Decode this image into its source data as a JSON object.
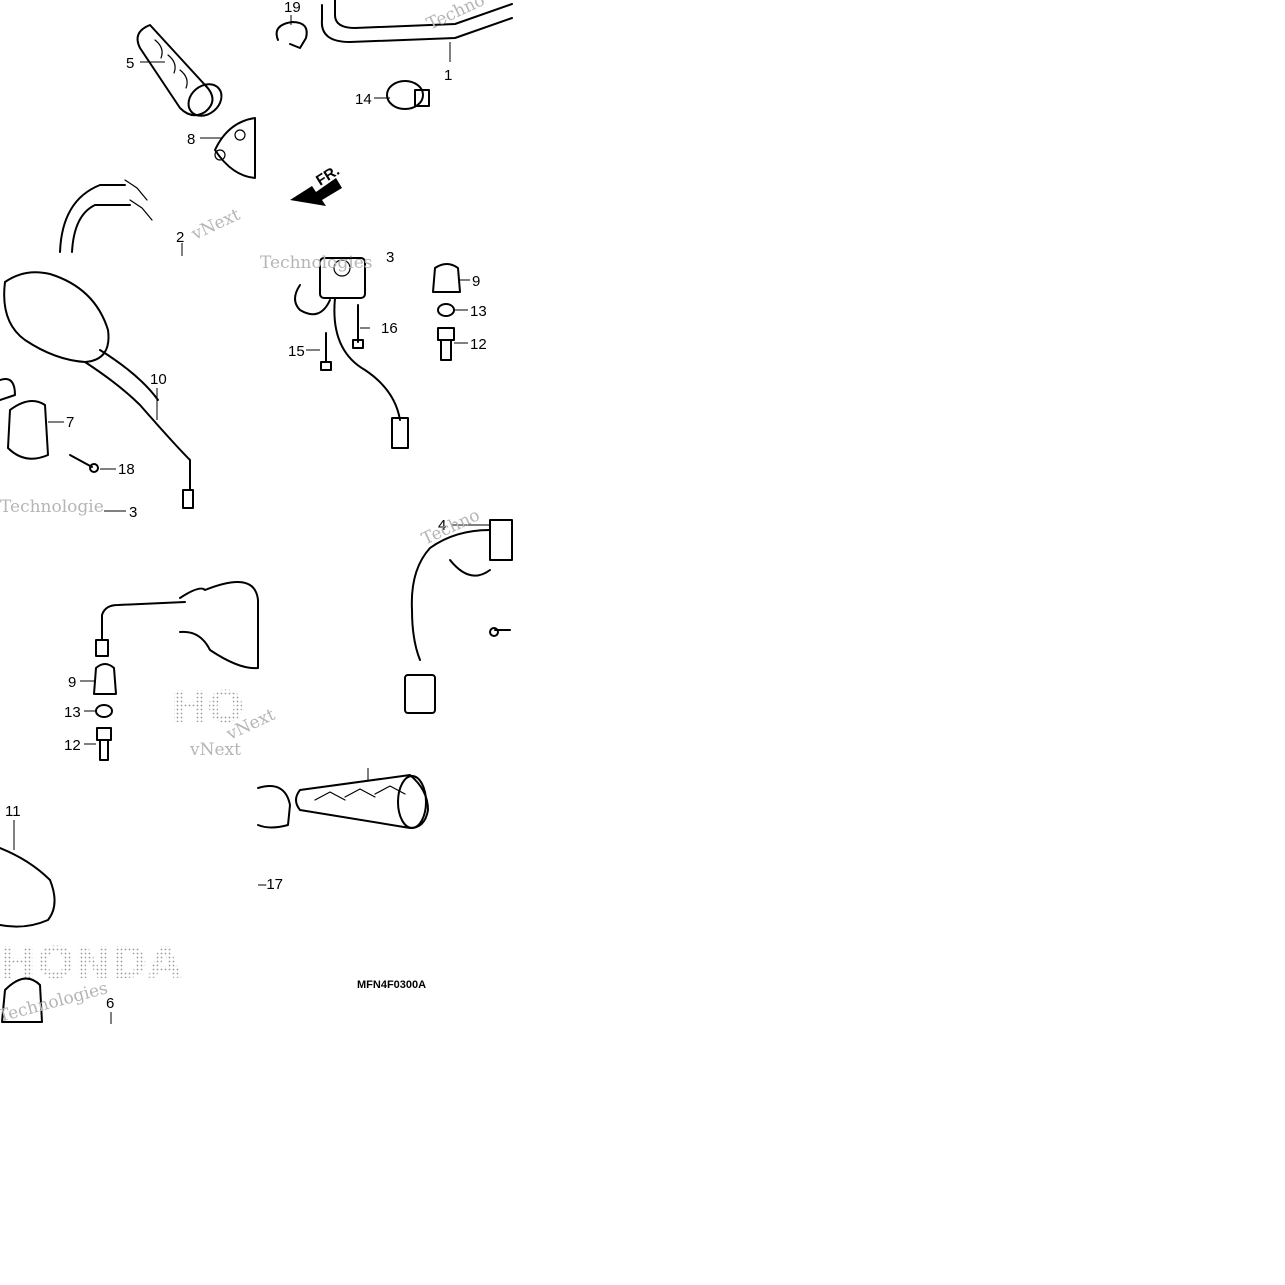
{
  "labels": {
    "l1": "1",
    "l2": "2",
    "l3a": "3",
    "l3b": "3",
    "l4": "4",
    "l5": "5",
    "l6": "6",
    "l7": "7",
    "l8": "8",
    "l9a": "9",
    "l9b": "9",
    "l10": "10",
    "l11": "11",
    "l12a": "12",
    "l12b": "12",
    "l13a": "13",
    "l13b": "13",
    "l14": "14",
    "l15": "15",
    "l16": "16",
    "l17": "–17",
    "l18": "18",
    "l19": "19"
  },
  "diagram_code": "MFN4F0300A",
  "front_mark": "FR.",
  "watermarks": {
    "w1": "Techno",
    "w2": "vNext",
    "w3": "vNext",
    "w4": "Technologies",
    "w5": "Technologie",
    "w6": "Techno",
    "w7": "vNext",
    "w8": "Technologies"
  },
  "brand_text": {
    "top": "HO",
    "bottom": "HONDA"
  }
}
